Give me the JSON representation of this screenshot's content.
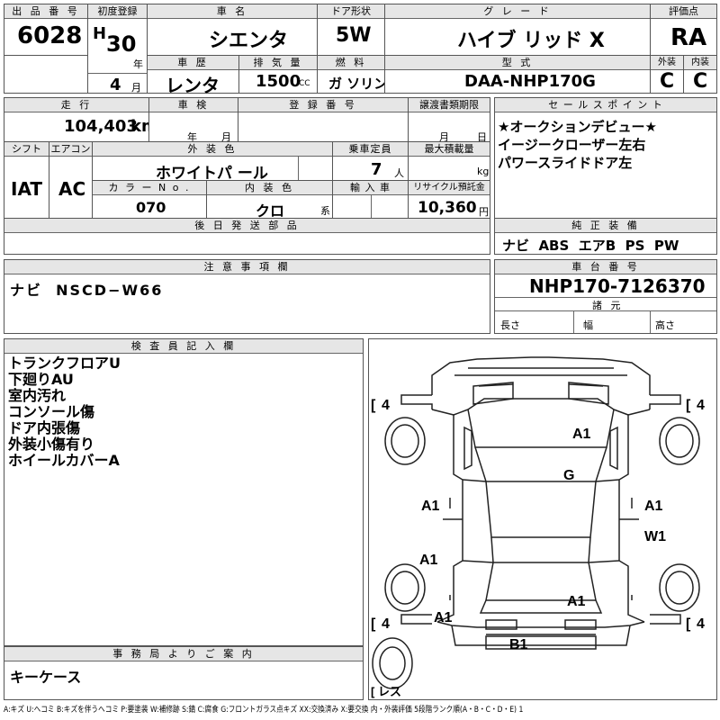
{
  "lot": {
    "label": "出 品 番 号",
    "value": "6028"
  },
  "first_reg": {
    "label": "初度登録",
    "era": "H",
    "year": "30",
    "year_unit": "年",
    "month": "4",
    "month_unit": "月"
  },
  "car_name": {
    "label": "車 名",
    "value": "シエンタ"
  },
  "door": {
    "label": "ドア形状",
    "value": "5W"
  },
  "grade": {
    "label": "グ レ ー ド",
    "value": "ハイブ リッド X"
  },
  "score": {
    "label": "評価点",
    "value": "RA",
    "exterior_label": "外装",
    "interior_label": "内装",
    "exterior": "C",
    "interior": "C"
  },
  "history": {
    "label": "車 歴",
    "value": "レンタ"
  },
  "displacement": {
    "label": "排 気 量",
    "value": "1500",
    "unit": "CC"
  },
  "fuel": {
    "label": "燃 料",
    "value": "ガ ソリン"
  },
  "model": {
    "label": "型 式",
    "value": "DAA-NHP170G"
  },
  "mileage": {
    "label": "走 行",
    "value": "104,403",
    "unit": "km"
  },
  "inspection": {
    "label": "車 検",
    "year_unit": "年",
    "month_unit": "月"
  },
  "plate": {
    "label": "登 録 番 号"
  },
  "transfer_deadline": {
    "label": "譲渡書類期限",
    "month_unit": "月",
    "day_unit": "日"
  },
  "sales_points": {
    "label": "セ ー ル ス ポ イ ン ト",
    "lines": [
      "★オークションデビュー★",
      "イージークローザー左右",
      "パワースライドドア左"
    ]
  },
  "shift": {
    "label": "シフト",
    "value": "IAT"
  },
  "aircon": {
    "label": "エアコン",
    "value": "AC"
  },
  "exterior_color": {
    "label": "外 装 色",
    "value": "ホワイトパ ール"
  },
  "capacity": {
    "label": "乗車定員",
    "value": "7",
    "unit": "人"
  },
  "max_load": {
    "label": "最大積載量",
    "unit": "kg"
  },
  "color_no": {
    "label": "カ ラ ー N o .",
    "value": "070"
  },
  "interior_color": {
    "label": "内 装 色",
    "value": "クロ",
    "unit": "系"
  },
  "import": {
    "label": "輸 入 車"
  },
  "recycle": {
    "label": "リサイクル預託金",
    "value": "10,360",
    "unit": "円"
  },
  "later_parts": {
    "label": "後 日 発 送 部 品"
  },
  "equipment": {
    "label": "純 正 装 備",
    "value": "ナビ  ABS  エアB  PS  PW"
  },
  "notes": {
    "label": "注 意 事 項 欄",
    "value": "ナビ  NSCD−W66"
  },
  "chassis": {
    "label": "車 台 番 号",
    "value": "NHP170-7126370"
  },
  "dimensions": {
    "label": "諸 元",
    "length": "長さ",
    "width": "幅",
    "height": "高さ"
  },
  "inspector": {
    "label": "検 査 員 記 入 欄",
    "lines": [
      "トランクフロアU",
      "下廻りAU",
      "室内汚れ",
      "コンソール傷",
      "ドア内張傷",
      "外装小傷有り",
      "ホイールカバーA"
    ]
  },
  "office": {
    "label": "事 務 局 よ り ご 案 内",
    "value": "キーケース"
  },
  "diagram": {
    "tire_labels": [
      "4",
      "4",
      "4",
      "4"
    ],
    "spare_label": "レス",
    "marks": [
      "A1",
      "G",
      "A1",
      "A1",
      "W1",
      "A1",
      "A1",
      "A1",
      "A1",
      "B1"
    ]
  },
  "legend": "A:キズ U:ヘコミ B:キズを伴うヘコミ P:要塗装 W:補修跡 S:錆 C:腐食 G:フロントガラス点キズ XX:交換済み X:要交換  内・外装評価 5段階ランク順(A・B・C・D・E) 1"
}
